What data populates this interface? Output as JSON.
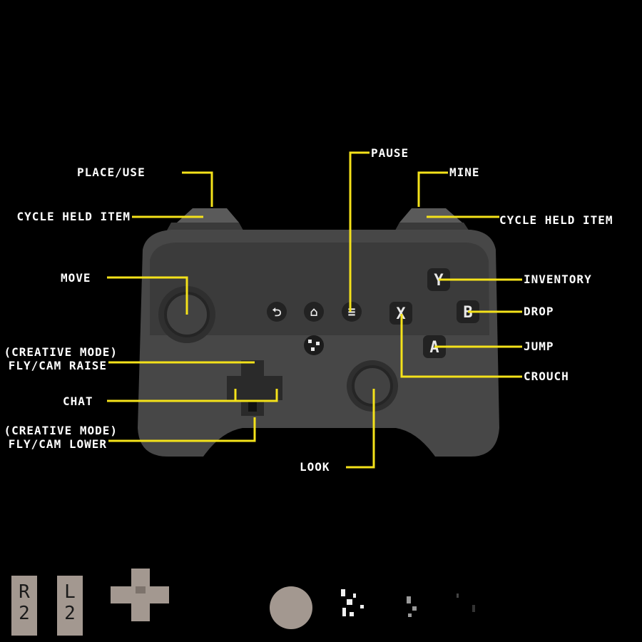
{
  "labels": {
    "place_use": "PLACE/USE",
    "cycle_left": "CYCLE HELD ITEM",
    "move": "MOVE",
    "creative_raise_1": "(CREATIVE MODE)",
    "creative_raise_2": "FLY/CAM RAISE",
    "chat": "CHAT",
    "creative_lower_1": "(CREATIVE MODE)",
    "creative_lower_2": "FLY/CAM LOWER",
    "look": "LOOK",
    "pause": "PAUSE",
    "mine": "MINE",
    "cycle_right": "CYCLE HELD ITEM",
    "inventory": "INVENTORY",
    "drop": "DROP",
    "jump": "JUMP",
    "crouch": "CROUCH"
  },
  "buttons": {
    "y": "Y",
    "b": "B",
    "a": "A",
    "x": "X",
    "back": "⮌",
    "home": "⌂",
    "menu": "≡"
  },
  "legend": {
    "r2": "R 2",
    "l2": "L 2"
  },
  "colors": {
    "background": "#000000",
    "leader": "#f4e21a",
    "body": "#474747",
    "accent": "#a39890"
  }
}
